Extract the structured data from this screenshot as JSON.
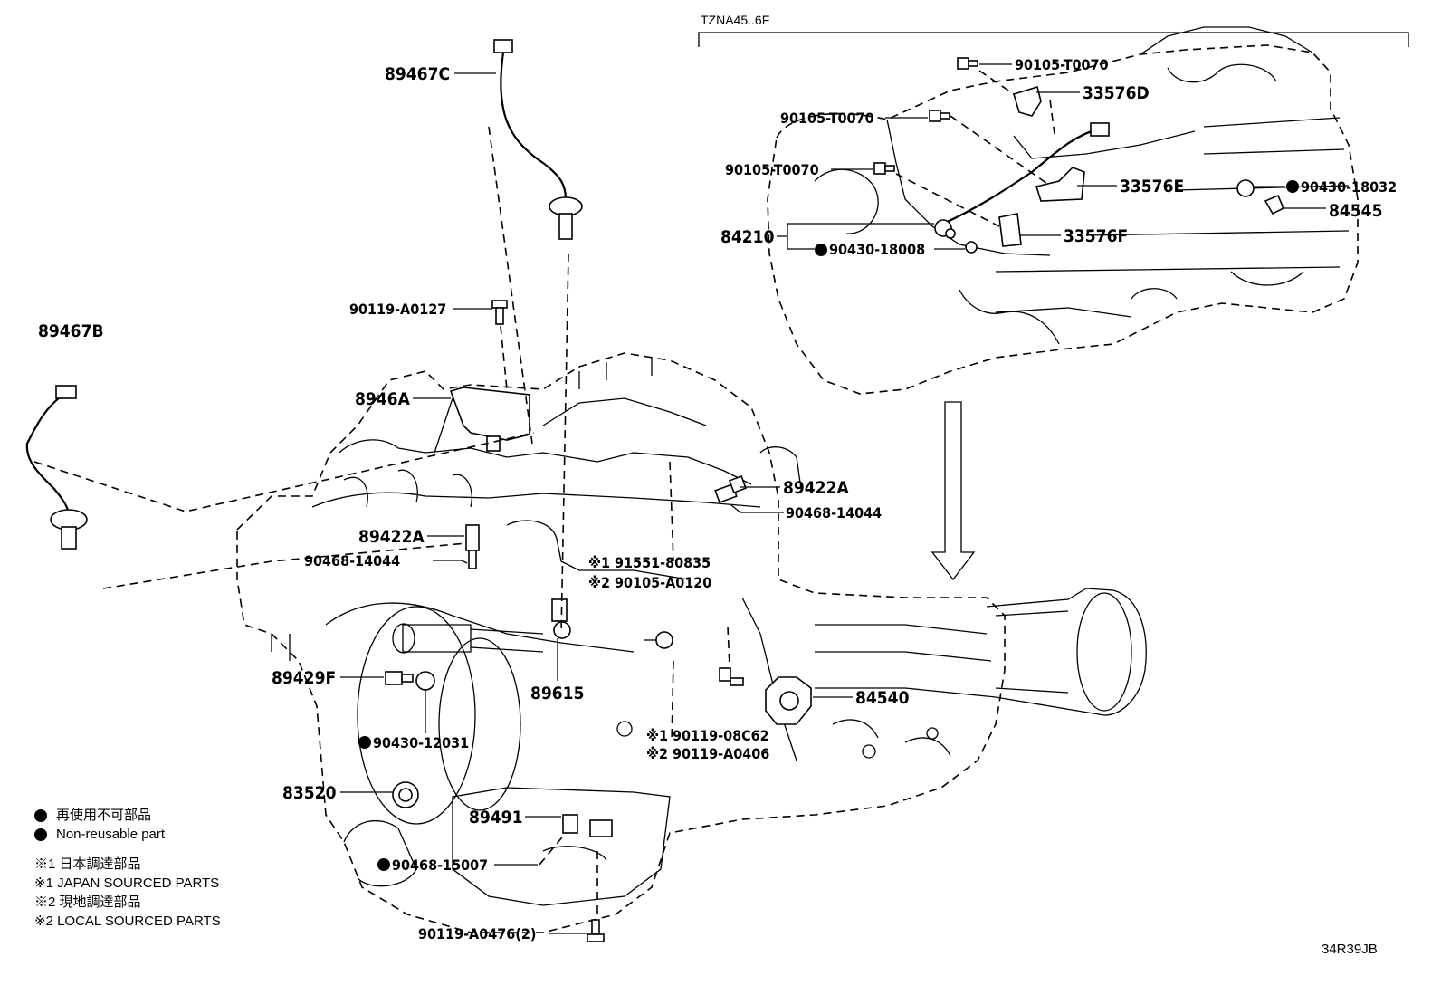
{
  "variant_label": "TZNA45..6F",
  "drawing_code": "34R39JB",
  "legend": {
    "non_reusable_jp": "再使用不可部品",
    "non_reusable_en": "Non-reusable part",
    "note1_jp": "※1 日本調達部品",
    "note1_en": "※1 JAPAN SOURCED PARTS",
    "note2_jp": "※2 現地調達部品",
    "note2_en": "※2 LOCAL SOURCED PARTS"
  },
  "labels": {
    "p89467C": "89467C",
    "p89467B": "89467B",
    "p90119A0127": "90119-A0127",
    "p8946A": "8946A",
    "p89422A_right": "89422A",
    "p90468_14044_right": "90468-14044",
    "p89422A_left": "89422A",
    "p90468_14044_left": "90468-14044",
    "p91551_80835": "※1 91551-80835",
    "p90105_A0120": "※2 90105-A0120",
    "p89429F": "89429F",
    "p89615": "89615",
    "p84540": "84540",
    "p90119_08C62": "※1 90119-08C62",
    "p90119_A0406": "※2 90119-A0406",
    "p90430_12031": "90430-12031",
    "p83520": "83520",
    "p89491": "89491",
    "p90468_15007": "90468-15007",
    "p90119_A0476": "90119-A0476(2)",
    "p90105_T0070_a": "90105-T0070",
    "p33576D": "33576D",
    "p90105_T0070_b": "90105-T0070",
    "p90105_T0070_c": "90105-T0070",
    "p33576E": "33576E",
    "p90430_18032": "90430-18032",
    "p84545": "84545",
    "p84210": "84210",
    "p90430_18008": "90430-18008",
    "p33576F": "33576F"
  },
  "non_reusable_marked": [
    "90430-18032",
    "90430-18008",
    "90430-12031",
    "90468-15007"
  ]
}
